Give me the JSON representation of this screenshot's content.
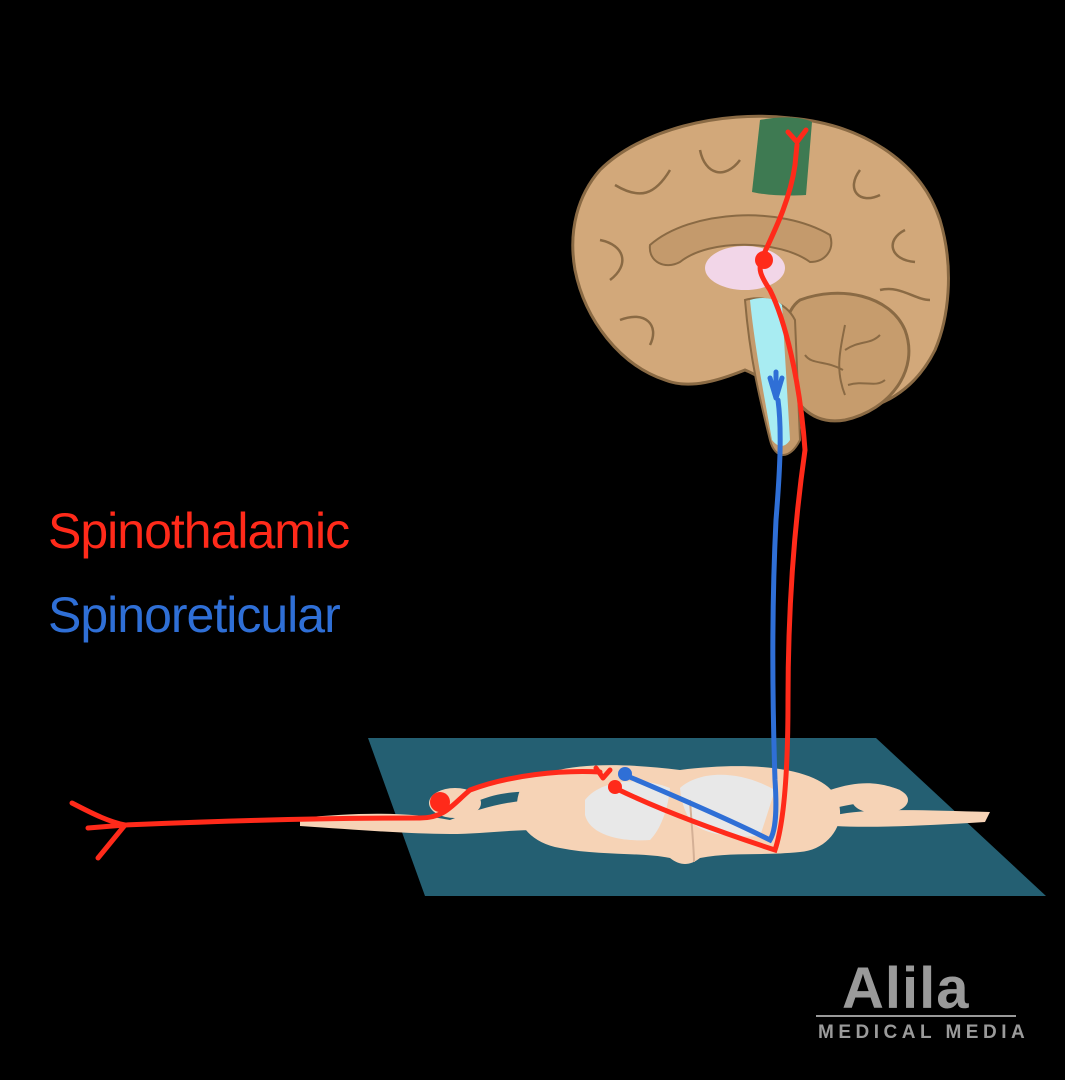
{
  "legend": {
    "spinothalamic": {
      "label": "Spinothalamic",
      "color": "#ff2a1a"
    },
    "spinoreticular": {
      "label": "Spinoreticular",
      "color": "#2f6fd6"
    }
  },
  "logo": {
    "word": "Alila",
    "sub": "MEDICAL MEDIA"
  },
  "colors": {
    "background": "#000000",
    "brain": "#d2a87a",
    "brain_outline": "#8a6a44",
    "cortex_target": "#3e7a52",
    "thalamus": "#f2d6e8",
    "brainstem_reticular": "#a8ecf2",
    "spinal_plane": "#245f72",
    "spinal_cord": "#f6d3b6",
    "grey_matter": "#e8e8e8"
  },
  "icons": [
    "pain-receptor-icon",
    "synapse-icon"
  ]
}
